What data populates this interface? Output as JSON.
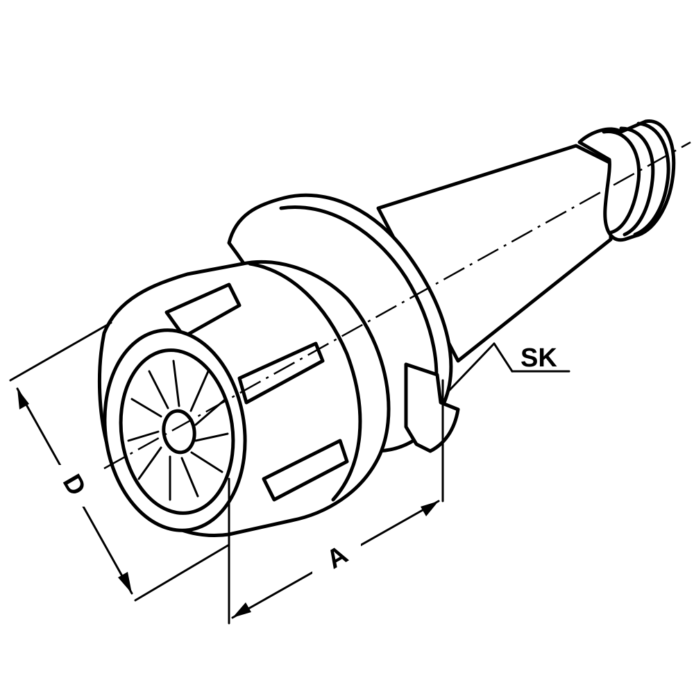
{
  "labels": {
    "sk": "SK",
    "d": "D",
    "a": "A"
  }
}
